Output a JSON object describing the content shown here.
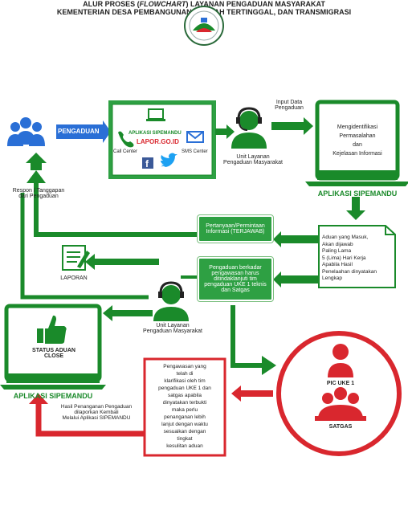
{
  "header": {
    "title_line1_pre": "ALUR PROSES (",
    "title_line1_em": "FLOWCHART",
    "title_line1_post": ") LAYANAN PENGADUAN MASYARAKAT",
    "title_line2": "KEMENTERIAN DESA PEMBANGUNAN DAERAH TERTINGGAL, DAN TRANSMIGRASI"
  },
  "nodes": {
    "pengaduan_label": "PENGADUAN",
    "channels": {
      "app_name": "APLIKASI SIPEMANDU",
      "site": "LAPOR.GO.ID",
      "call_center": "Call Center",
      "sms_center": "SMS Center"
    },
    "input_data": "Input Data\nPengaduan",
    "unit_layanan_top": "Unit Layanan\nPengaduan Masyarakat",
    "identify_box": "Mengidentifikasi\nPermasalahan\ndan\nKejelasan Informasi",
    "app_right_label": "APLIKASI SIPEMANDU",
    "response_label": "Respon / Tanggapan\ndari Pengaduan",
    "answered_box": "Pertanyaan/Permintaan\nInformasi (TERJAWAB)",
    "document_note": "Aduan yang Masuk,\nAkan dijawab\nPaling Lama\n5 (Lima) Hari Kerja\nApabila Hasil\nPenelaahan dinyatakan\nLengkap",
    "followup_box": "Pengaduan berkadar\npengawasan harus\nditindaklanjuti tim\npengaduan UKE 1 teknis\ndan Satgas",
    "laporan_label": "LAPORAN",
    "unit_layanan_mid": "Unit Layanan\nPengaduan Masyarakat",
    "status_label": "STATUS ADUAN\nCLOSE",
    "app_left_label": "APLIKASI SIPEMANDU",
    "result_label": "Hasil Penanganan Pengaduan\ndilaporkan Kembali\nMelalui Aplikasi SIPEMANDU",
    "clarified_box": "Pengawasan yang\ntelah di\nklarifikasi oleh tim\npengaduan UKE 1 dan\nsatgas apabila\ndinyatakan terbukti\nmaka perlu\npenanganan lebih\nlanjut dengan waktu\nsesuaikan dengan\ntingkat\nkesulitan aduan",
    "pic_label": "PIC UKE 1",
    "satgas_label": "SATGAS"
  },
  "colors": {
    "green": "#1a8a2a",
    "green_light": "#2ea043",
    "blue": "#2a6fd6",
    "red": "#d9272e"
  }
}
